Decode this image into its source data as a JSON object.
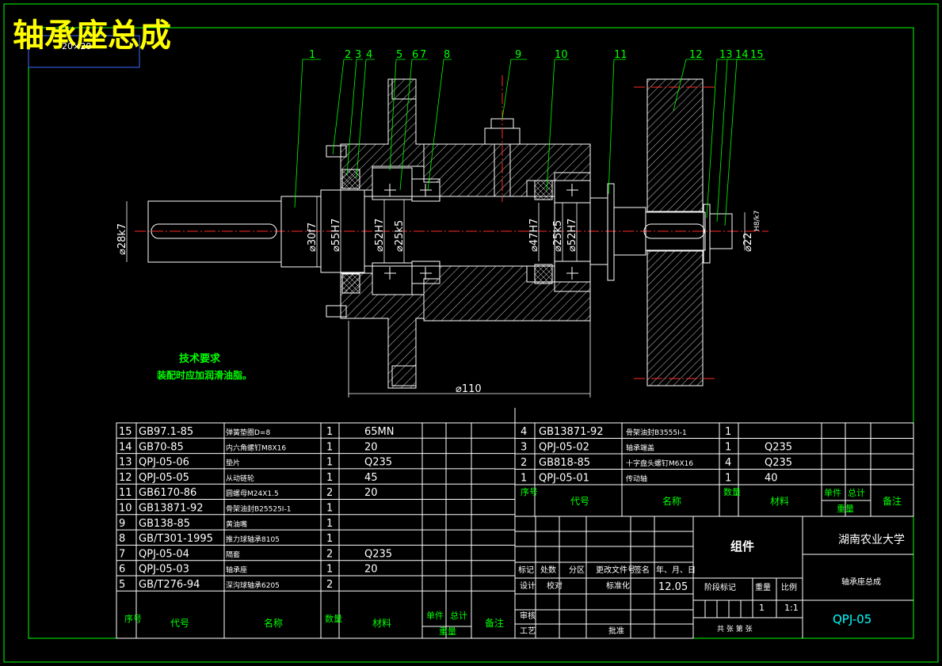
{
  "title": "轴承座总成",
  "title_box": "20×20",
  "balloons": [
    "1",
    "2",
    "3",
    "4",
    "5",
    "6",
    "7",
    "8",
    "9",
    "10",
    "11",
    "12",
    "13",
    "14",
    "15"
  ],
  "dimensions": {
    "d1": "⌀28k7",
    "d2": "⌀30f7",
    "d3": "⌀55H7",
    "d4": "⌀52H7",
    "d5": "⌀25k5",
    "d6": "⌀47H7",
    "d7": "⌀25k5",
    "d8": "⌀52H7",
    "d9": "⌀22",
    "d9_fit": "H8/k7",
    "d10": "⌀110"
  },
  "tech_req": {
    "heading": "技术要求",
    "line1": "装配时应加润滑油脂。"
  },
  "bom_left": [
    {
      "no": "15",
      "code": "GB97.1-85",
      "name": "弹簧垫圈D=8",
      "qty": "1",
      "material": "65MN"
    },
    {
      "no": "14",
      "code": "GB70-85",
      "name": "内六角螺钉M8X16",
      "qty": "1",
      "material": "20"
    },
    {
      "no": "13",
      "code": "QPJ-05-06",
      "name": "垫片",
      "qty": "1",
      "material": "Q235"
    },
    {
      "no": "12",
      "code": "QPJ-05-05",
      "name": "从动链轮",
      "qty": "1",
      "material": "45"
    },
    {
      "no": "11",
      "code": "GB6170-86",
      "name": "圆螺母M24X1.5",
      "qty": "2",
      "material": "20"
    },
    {
      "no": "10",
      "code": "GB13871-92",
      "name": "骨架油封B25525I-1",
      "qty": "1",
      "material": ""
    },
    {
      "no": "9",
      "code": "GB138-85",
      "name": "黄油嘴",
      "qty": "1",
      "material": ""
    },
    {
      "no": "8",
      "code": "GB/T301-1995",
      "name": "推力球轴承8105",
      "qty": "1",
      "material": ""
    },
    {
      "no": "7",
      "code": "QPJ-05-04",
      "name": "隔套",
      "qty": "2",
      "material": "Q235"
    },
    {
      "no": "6",
      "code": "QPJ-05-03",
      "name": "轴承座",
      "qty": "1",
      "material": "20"
    },
    {
      "no": "5",
      "code": "GB/T276-94",
      "name": "深沟球轴承6205",
      "qty": "2",
      "material": ""
    }
  ],
  "bom_right": [
    {
      "no": "4",
      "code": "GB13871-92",
      "name": "骨架油封B3555I-1",
      "qty": "1",
      "material": ""
    },
    {
      "no": "3",
      "code": "QPJ-05-02",
      "name": "轴承端盖",
      "qty": "1",
      "material": "Q235"
    },
    {
      "no": "2",
      "code": "GB818-85",
      "name": "十字盘头螺钉M6X16",
      "qty": "4",
      "material": "Q235"
    },
    {
      "no": "1",
      "code": "QPJ-05-01",
      "name": "传动轴",
      "qty": "1",
      "material": "40"
    }
  ],
  "bom_header": {
    "no": "序号",
    "code": "代号",
    "name": "名称",
    "qty": "数量",
    "material": "材料",
    "unit": "单件",
    "total": "总计",
    "weight": "重量",
    "remark": "备注"
  },
  "title_block": {
    "assembly": "组件",
    "school": "湖南农业大学",
    "drawing_name": "轴承座总成",
    "drawing_no": "QPJ-05",
    "mark": "标记",
    "count": "处数",
    "zone": "分区",
    "change_doc": "更改文件号",
    "sign": "签名",
    "date": "年、月、日",
    "design": "设计",
    "proofread": "校对",
    "standard": "标准化",
    "date_value": "12.05",
    "review": "审核",
    "craft": "工艺",
    "approve": "批准",
    "stage_mark": "阶段标记",
    "weight": "重量",
    "scale": "比例",
    "qty_value": "1",
    "scale_value": "1:1",
    "sheets": "共  张  第  张"
  },
  "colors": {
    "frame": "#00ff00",
    "outline": "#ffffff",
    "centerline": "#ff2a2a",
    "title": "#ffff00",
    "text": "#00ff00"
  }
}
